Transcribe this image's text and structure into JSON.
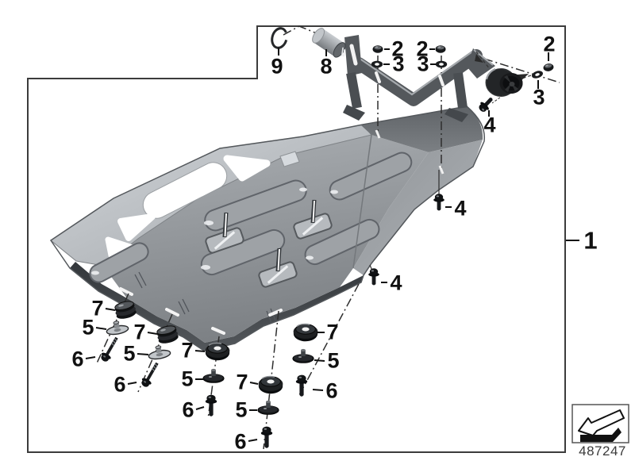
{
  "callouts": {
    "frame_ref": "1",
    "oring": "9",
    "sleeve": "8",
    "nut_left": "2",
    "washer_left": "3",
    "nut_mid": "2",
    "washer_mid": "3",
    "nut_right": "2",
    "washer_right": "3",
    "screw_mount": "4",
    "screw_rear": "4",
    "screw_front": "4",
    "set1": {
      "spacer": "7",
      "washer": "5",
      "screw": "6"
    },
    "set2": {
      "spacer": "7",
      "washer": "5",
      "screw": "6"
    },
    "set3": {
      "spacer": "7",
      "washer": "5",
      "screw": "6"
    },
    "set4": {
      "spacer": "7",
      "washer": "5",
      "screw": "6"
    },
    "set5": {
      "spacer": "7",
      "washer": "5",
      "screw": "6"
    }
  },
  "footer": {
    "part_number": "487247"
  },
  "colors": {
    "outline": "#3c3c3c",
    "label": "#111111",
    "metal_light": "#c9cdd1",
    "metal_dark": "#6b6f73"
  }
}
